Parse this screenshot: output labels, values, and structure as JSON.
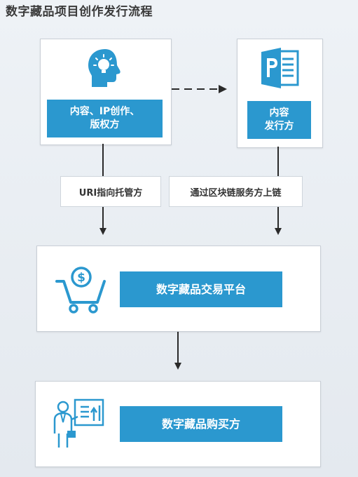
{
  "title": "数字藏品项目创作发行流程",
  "nodes": {
    "creator": {
      "line1": "内容、IP创作、",
      "line2": "版权方",
      "icon": "head-lightbulb-icon"
    },
    "publisher": {
      "line1": "内容",
      "line2": "发行方",
      "icon": "powerpoint-document-icon"
    },
    "platform": {
      "label": "数字藏品交易平台",
      "icon": "shopping-cart-dollar-icon"
    },
    "buyer": {
      "label": "数字藏品购买方",
      "icon": "person-at-board-icon"
    }
  },
  "edges": {
    "uri": "URI指向托管方",
    "chain": "通过区块链服务方上链"
  },
  "colors": {
    "accent": "#2b98cf",
    "line": "#2a2a2a",
    "card_border": "#c9cfd6"
  }
}
